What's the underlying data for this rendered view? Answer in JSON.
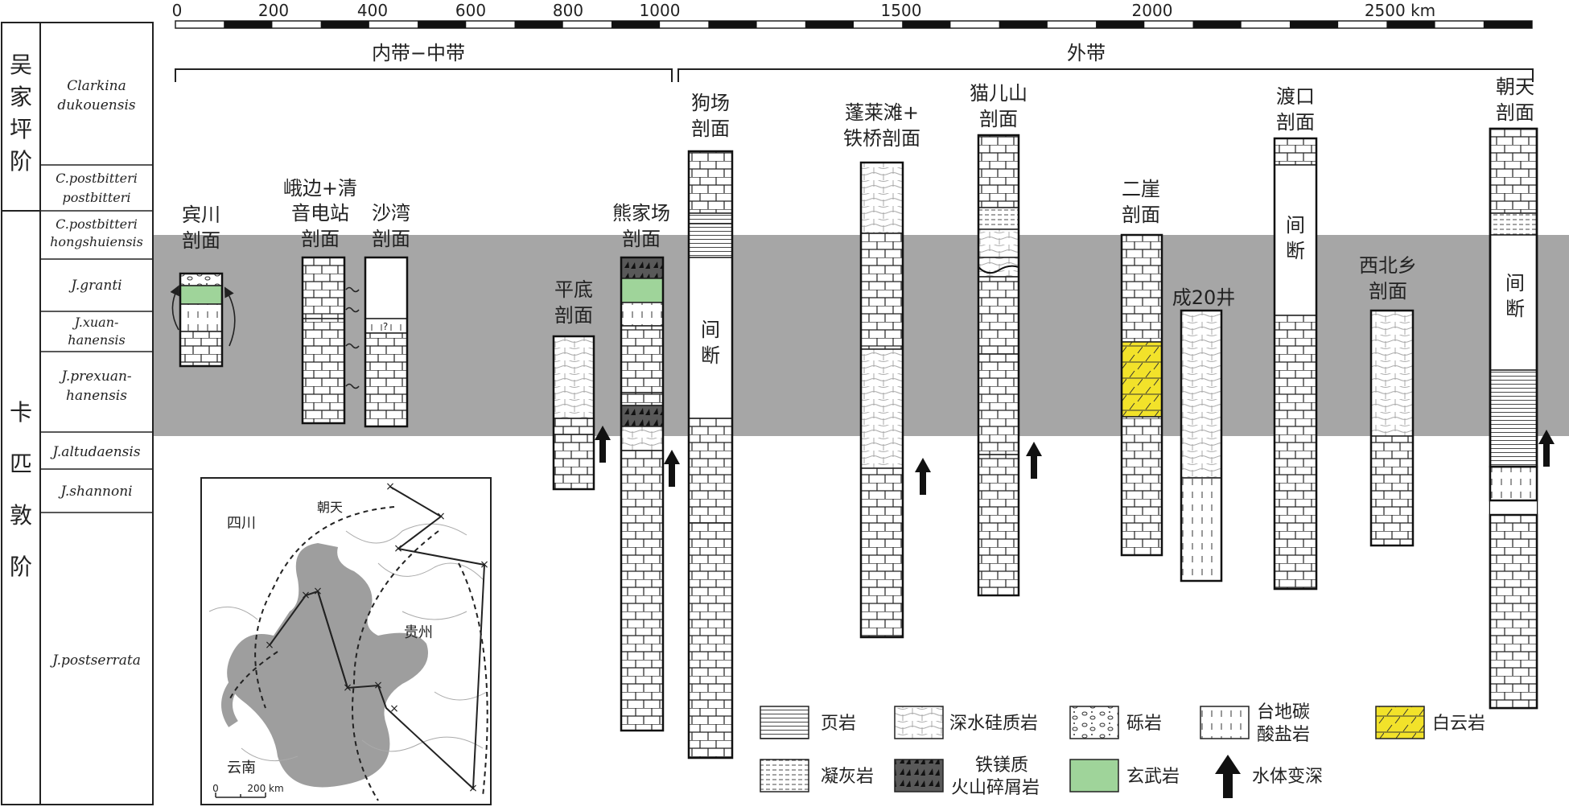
{
  "scale": {
    "ticks": [
      "0",
      "200",
      "400",
      "600",
      "800",
      "1000",
      "1500",
      "2000",
      "2500 km"
    ]
  },
  "zones": {
    "inner": "内带−中带",
    "outer": "外带"
  },
  "stages": {
    "wujiaping": "吴家坪阶",
    "changhsing": "卡匹敦阶"
  },
  "zones_list": [
    {
      "l1": "Clarkina",
      "l2": "dukouensis"
    },
    {
      "l1": "C.postbitteri",
      "l2": "postbitteri"
    },
    {
      "l1": "C.postbitteri",
      "l2": "hongshuiensis"
    },
    {
      "l1": "J.granti",
      "l2": ""
    },
    {
      "l1": "J.xuan-",
      "l2": "hanensis"
    },
    {
      "l1": "J.prexuan-",
      "l2": "hanensis"
    },
    {
      "l1": "J.altudaensis",
      "l2": ""
    },
    {
      "l1": "J.shannoni",
      "l2": ""
    },
    {
      "l1": "J.postserrata",
      "l2": ""
    }
  ],
  "sections": {
    "binchuan": [
      "宾川",
      "剖面"
    ],
    "ebian": [
      "峨边+清",
      "音电站",
      "剖面"
    ],
    "shawan": [
      "沙湾",
      "剖面"
    ],
    "pingdi": [
      "平底",
      "剖面"
    ],
    "xiongjiachang": [
      "熊家场",
      "剖面"
    ],
    "gouchang": [
      "狗场",
      "剖面"
    ],
    "penglaitan": [
      "蓬莱滩+",
      "铁桥剖面"
    ],
    "maoershan": [
      "猫儿山",
      "剖面"
    ],
    "erya": [
      "二崖",
      "剖面"
    ],
    "cheng20": [
      "成20井"
    ],
    "dukou": [
      "渡口",
      "剖面"
    ],
    "xibeixiang": [
      "西北乡",
      "剖面"
    ],
    "chaotian": [
      "朝天",
      "剖面"
    ]
  },
  "gap_label": [
    "间",
    "断"
  ],
  "question_mark": "?",
  "legend": {
    "shale": "页岩",
    "siliceous": [
      "深水硅质岩"
    ],
    "conglomerate": "砾岩",
    "platform": [
      "台地碳",
      "酸盐岩"
    ],
    "dolomite": "白云岩",
    "tuff": "凝灰岩",
    "volcaniclastic": [
      "铁镁质",
      "火山碎屑岩"
    ],
    "basalt": "玄武岩",
    "deepening": "水体变深"
  },
  "inset_map": {
    "sichuan": "四川",
    "guizhou": "贵州",
    "yunnan": "云南",
    "chaotian": "朝天",
    "scale_zero": "0",
    "scale_label": "200 km"
  },
  "colors": {
    "gray_band": "#a6a6a6",
    "basalt": "#9fd49a",
    "dolomite": "#f2e22a",
    "volcanic_dark": "#595959",
    "map_gray": "#9e9e9e"
  }
}
